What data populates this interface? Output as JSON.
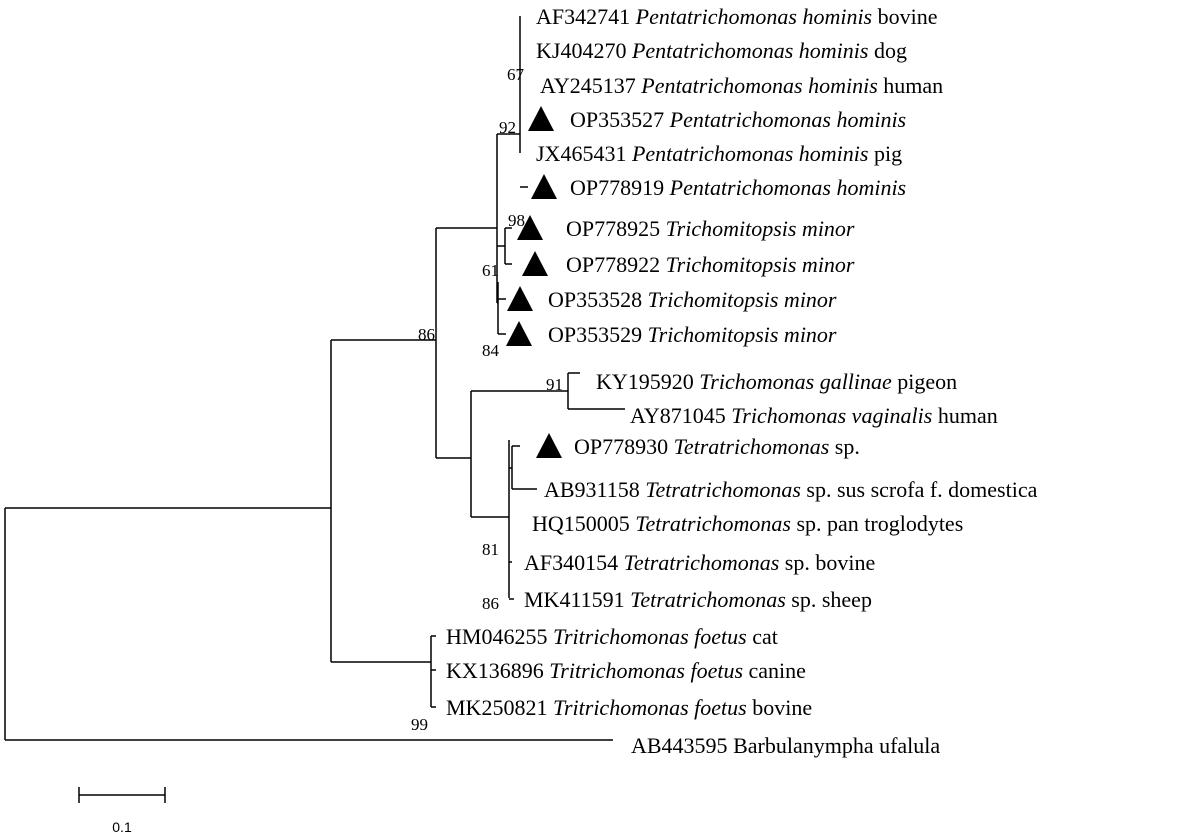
{
  "tree": {
    "taxa": [
      {
        "id": "t1",
        "accession": "AF342741",
        "species": "Pentatrichomonas hominis",
        "host": "bovine",
        "marked": false
      },
      {
        "id": "t2",
        "accession": "KJ404270",
        "species": "Pentatrichomonas hominis",
        "host": "dog",
        "marked": false
      },
      {
        "id": "t3",
        "accession": "AY245137",
        "species": "Pentatrichomonas hominis",
        "host": "human",
        "marked": false
      },
      {
        "id": "t4",
        "accession": "OP353527",
        "species": "Pentatrichomonas hominis",
        "host": "",
        "marked": true
      },
      {
        "id": "t5",
        "accession": "JX465431",
        "species": "Pentatrichomonas hominis",
        "host": "pig",
        "marked": false
      },
      {
        "id": "t6",
        "accession": "OP778919",
        "species": "Pentatrichomonas hominis",
        "host": "",
        "marked": true
      },
      {
        "id": "t7",
        "accession": "OP778925",
        "species": "Trichomitopsis minor",
        "host": "",
        "marked": true
      },
      {
        "id": "t8",
        "accession": "OP778922",
        "species": "Trichomitopsis minor",
        "host": "",
        "marked": true
      },
      {
        "id": "t9",
        "accession": "OP353528",
        "species": "Trichomitopsis minor",
        "host": "",
        "marked": true
      },
      {
        "id": "t10",
        "accession": "OP353529",
        "species": "Trichomitopsis minor",
        "host": "",
        "marked": true
      },
      {
        "id": "t11",
        "accession": "KY195920",
        "species": "Trichomonas gallinae",
        "host": "pigeon",
        "marked": false
      },
      {
        "id": "t12",
        "accession": "AY871045",
        "species": "Trichomonas vaginalis",
        "host": "human",
        "marked": false
      },
      {
        "id": "t13",
        "accession": "OP778930",
        "species": "Tetratrichomonas",
        "host": "sp.",
        "marked": true
      },
      {
        "id": "t14",
        "accession": "AB931158",
        "species": "Tetratrichomonas",
        "host": "sp. sus scrofa f. domestica",
        "marked": false
      },
      {
        "id": "t15",
        "accession": "HQ150005",
        "species": "Tetratrichomonas",
        "host": "sp. pan troglodytes",
        "marked": false
      },
      {
        "id": "t16",
        "accession": "AF340154",
        "species": "Tetratrichomonas",
        "host": "sp. bovine",
        "marked": false
      },
      {
        "id": "t17",
        "accession": "MK411591",
        "species": "Tetratrichomonas",
        "host": "sp. sheep",
        "marked": false
      },
      {
        "id": "t18",
        "accession": "HM046255",
        "species": "Tritrichomonas foetus",
        "host": "cat",
        "marked": false
      },
      {
        "id": "t19",
        "accession": "KX136896",
        "species": "Tritrichomonas foetus",
        "host": "canine",
        "marked": false
      },
      {
        "id": "t20",
        "accession": "MK250821",
        "species": "Tritrichomonas foetus",
        "host": "bovine",
        "marked": false
      },
      {
        "id": "t21",
        "accession": "AB443595",
        "species": "",
        "host": "Barbulanympha ufalula",
        "marked": false
      }
    ],
    "bootstrap": [
      "67",
      "92",
      "98",
      "61",
      "84",
      "86",
      "91",
      "81",
      "86",
      "99"
    ],
    "scale_bar": {
      "value": 0.1,
      "label": "0.1"
    }
  }
}
